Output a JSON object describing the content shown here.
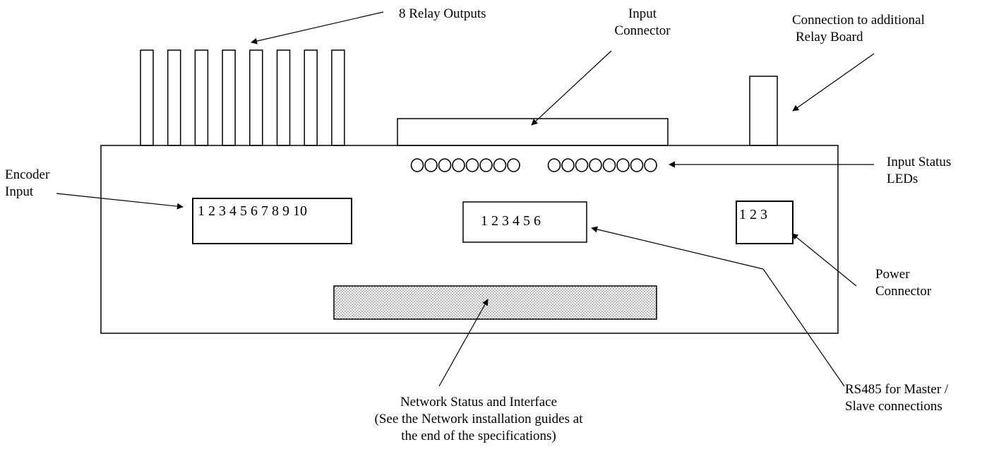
{
  "labels": {
    "relay_outputs": "8 Relay Outputs",
    "input_connector": [
      "Input",
      "Connector"
    ],
    "additional_relay": [
      "Connection to additional",
      "Relay Board"
    ],
    "encoder_input": [
      "Encoder",
      "Input"
    ],
    "input_status_leds": [
      "Input Status",
      "LEDs"
    ],
    "power_connector": [
      "Power",
      "Connector"
    ],
    "rs485": [
      "RS485 for Master /",
      "Slave connections"
    ],
    "network": [
      "Network Status and Interface",
      "(See the Network installation guides at",
      "the end of the specifications)"
    ]
  },
  "connectors": {
    "encoder_pins": "1 2 3 4 5 6 7 8 9 10",
    "rs485_pins": "1 2 3 4 5 6",
    "power_pins": "1 2 3"
  },
  "counts": {
    "relay_outputs": 8,
    "led_groups": 2,
    "leds_per_group": 8
  }
}
